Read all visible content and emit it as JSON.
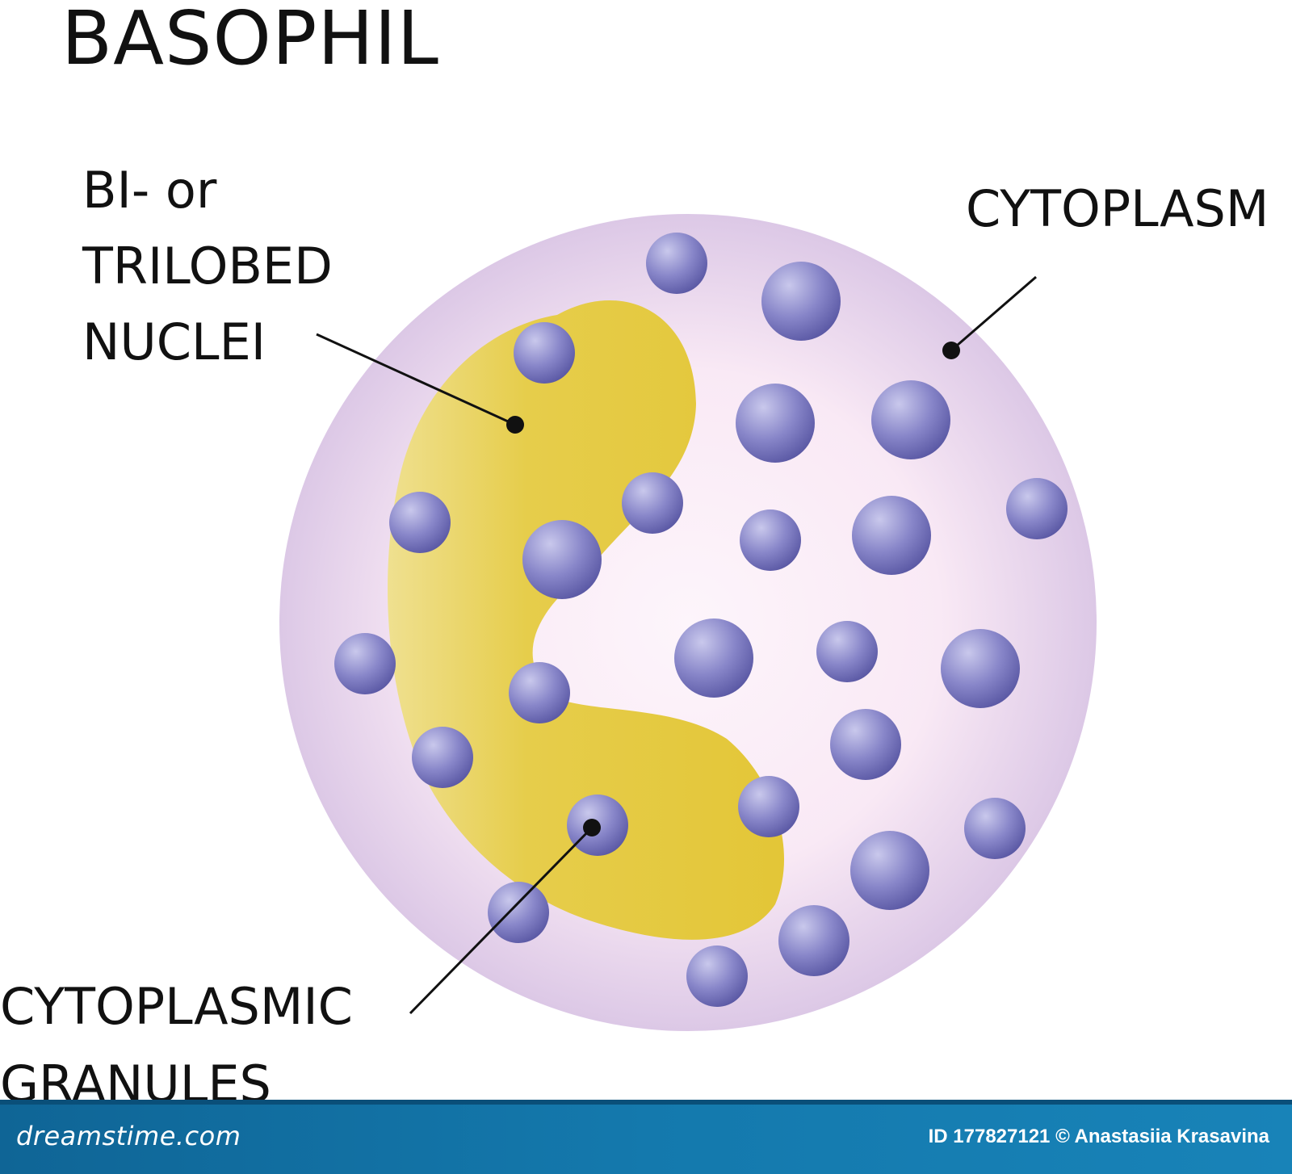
{
  "title": "BASOPHIL",
  "labels": {
    "nucleus": [
      "BI- or",
      "TRILOBED",
      "NUCLEI"
    ],
    "cytoplasm": "CYTOPLASM",
    "granules": [
      "CYTOPLASMIC",
      "GRANULES"
    ]
  },
  "colors": {
    "cytoplasm_edge": "#dcc8e6",
    "cytoplasm_center": "#fdf4fb",
    "nucleus": "#e5c93c",
    "granule": "#7d7bc1",
    "granule_dark": "#5d5aa6",
    "granule_light": "#c4c3ea",
    "leader_line": "#111111"
  },
  "footer": {
    "brand": "dreamstime.com",
    "credit": "ID 177827121 © Anastasiia Krasavina"
  }
}
